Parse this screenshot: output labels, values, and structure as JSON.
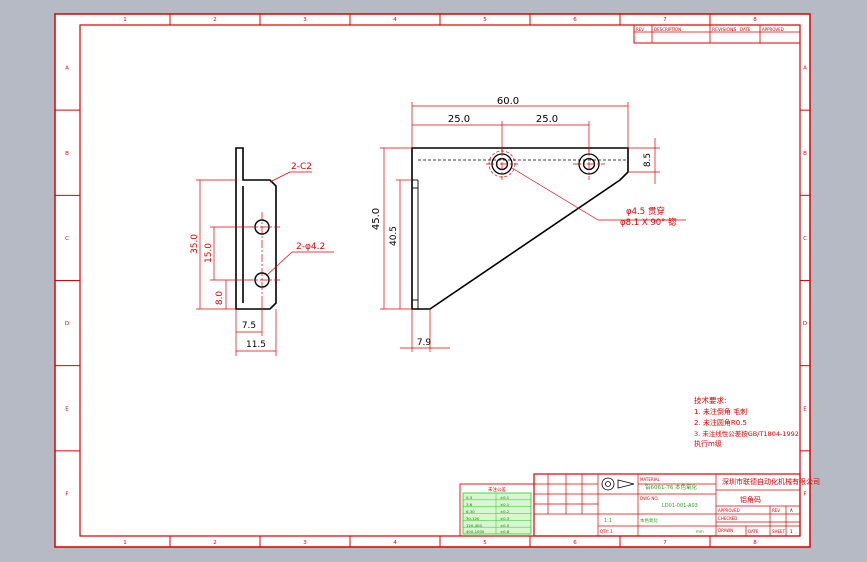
{
  "colors": {
    "background": "#b6bac4",
    "sheet": "#ffffff",
    "frame": "#dd0000",
    "part": "#000000",
    "dimension": "#dd0000",
    "center_line": "#dd0000",
    "table_green": "#22cc22"
  },
  "zone_labels": {
    "top": [
      "1",
      "2",
      "3",
      "4",
      "5",
      "6",
      "7",
      "8"
    ],
    "bottom": [
      "1",
      "2",
      "3",
      "4",
      "5",
      "6",
      "7",
      "8"
    ],
    "left": [
      "A",
      "B",
      "C",
      "D",
      "E",
      "F"
    ],
    "right": [
      "A",
      "B",
      "C",
      "D",
      "E",
      "F"
    ]
  },
  "side_view_dims": {
    "chamfer": "2-C2",
    "holes": "2-φ4.2",
    "overall_height": "35.0",
    "hole_spacing": "15.0",
    "hole_bottom": "8.0",
    "hole_from_back": "7.5",
    "overall_depth": "11.5"
  },
  "front_view_dims": {
    "overall_width": "60.0",
    "hole_pitch_left": "25.0",
    "hole_pitch_right": "25.0",
    "top_edge": "8.5",
    "overall_height": "45.0",
    "inner_height": "40.5",
    "foot_width": "7.9",
    "hole_note_line1": "φ4.5 贯穿",
    "hole_note_line2": "φ8.1 X 90° 锪"
  },
  "tech_notes": {
    "title": "技术要求:",
    "lines": [
      "1. 未注倒角 毛刺",
      "2. 未注圆角R0.5",
      "3. 未注线性公差按GB/T1804-1992",
      "   执行m级"
    ]
  },
  "title_block": {
    "company": "深圳市联德自动化机械有限公司",
    "part_name": "铝角码",
    "drawing_no": "LD01-001-A03",
    "material": "铝6061-T6 本色氧化",
    "finish": "本色氧化",
    "scale": "1:1",
    "sheet_label": "SHEET",
    "sheet_value": "1",
    "rev_label": "REV",
    "rev_value": "A",
    "approved": "APPROVED",
    "checked": "CHECKED",
    "drawn": "DRAWN",
    "date": "DATE",
    "qty": "QTY: 1",
    "unit": "mm"
  },
  "revision_table": {
    "header": "REVISIONS",
    "columns": [
      "REV",
      "DESCRIPTION",
      "DATE",
      "APPROVED"
    ]
  },
  "tolerance_table": {
    "title": "未注公差",
    "rows": [
      [
        "0-3",
        "±0.1"
      ],
      [
        "3-6",
        "±0.1"
      ],
      [
        "6-30",
        "±0.2"
      ],
      [
        "30-120",
        "±0.3"
      ],
      [
        "120-400",
        "±0.5"
      ],
      [
        "400-1000",
        "±0.8"
      ]
    ]
  }
}
